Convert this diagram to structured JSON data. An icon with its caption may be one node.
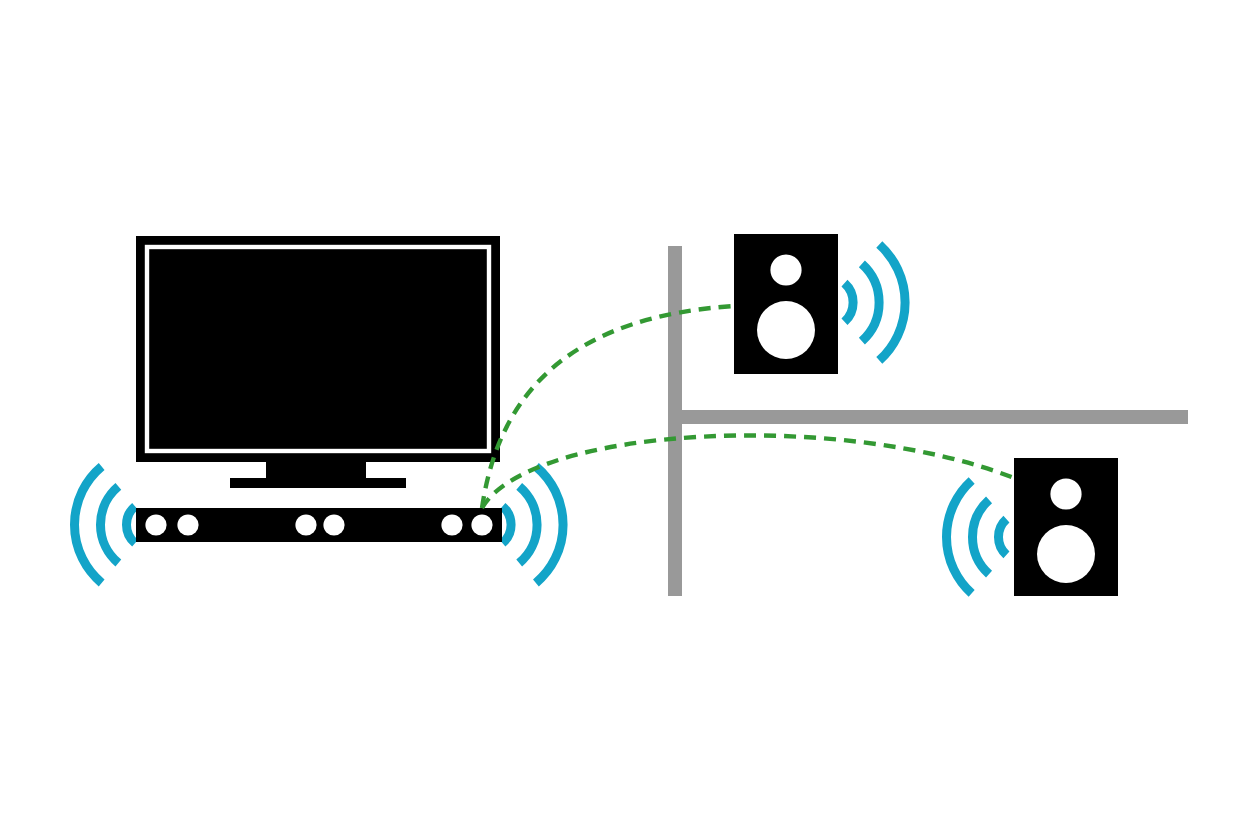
{
  "diagram": {
    "nodes": [
      {
        "text": [],
        "shape": "picture"
      },
      {
        "text": [],
        "shape": "picture"
      },
      {
        "text": [],
        "shape": "picture"
      }
    ],
    "edges": [
      {
        "from": 0,
        "to": 1,
        "arrow": "none",
        "style": "dashed",
        "color": "#339933"
      },
      {
        "from": 0,
        "to": 2,
        "arrow": "none",
        "style": "dashed",
        "color": "#339933"
      }
    ]
  }
}
